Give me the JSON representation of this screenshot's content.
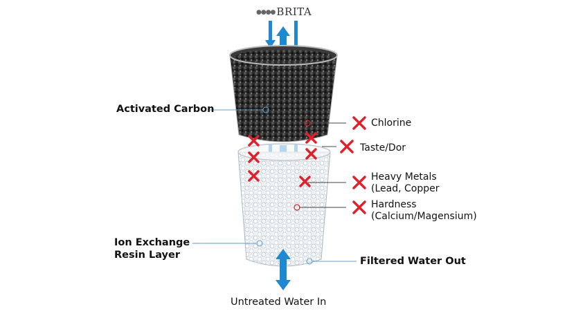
{
  "logo": {
    "text": "BRITA"
  },
  "labels": {
    "activated_carbon": "Activated Carbon",
    "ion_exchange_1": "Ion Exchange",
    "ion_exchange_2": "Resin Layer",
    "filtered_out": "Filtered Water Out",
    "untreated_in": "Untreated Water In"
  },
  "contaminants": [
    {
      "name": "Chlorine",
      "detail": ""
    },
    {
      "name": "Taste/Dor",
      "detail": ""
    },
    {
      "name": "Heavy Metals",
      "detail": "(Lead, Copper"
    },
    {
      "name": "Hardness",
      "detail": "(Calcium/Magensium)"
    }
  ],
  "colors": {
    "arrow": "#1e88d0",
    "cross": "#e0202a",
    "marker": "#c0282a",
    "leader": "#5aa0c8"
  }
}
